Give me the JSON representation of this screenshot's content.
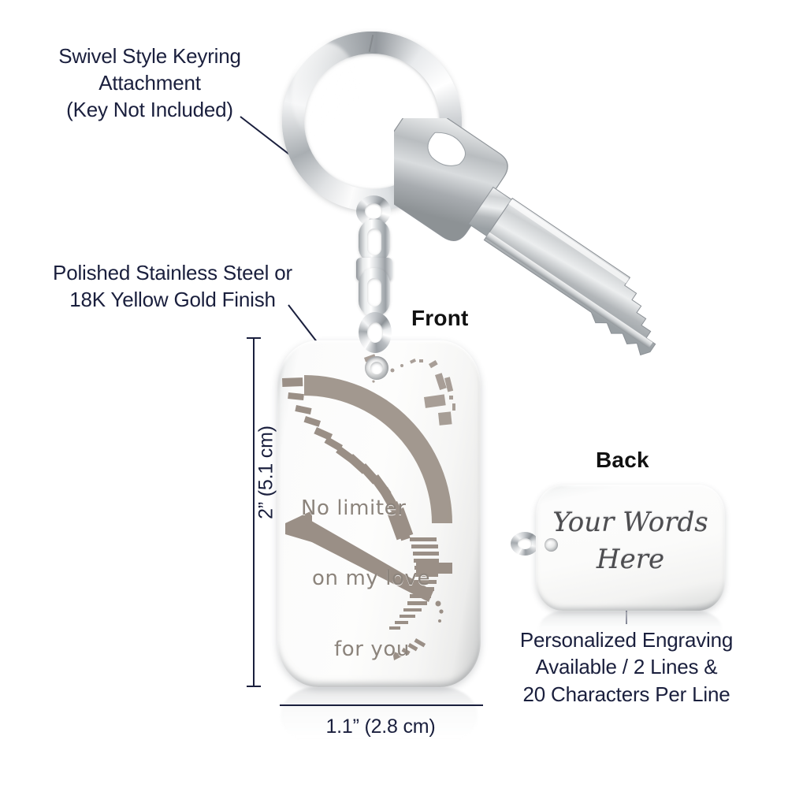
{
  "annotations": {
    "keyring": "Swivel Style Keyring\nAttachment\n(Key Not Included)",
    "finish": "Polished Stainless Steel or\n18K Yellow Gold Finish",
    "engraving": "Personalized Engraving\nAvailable / 2 Lines &\n20 Characters Per Line"
  },
  "headings": {
    "front": "Front",
    "back": "Back"
  },
  "dimensions": {
    "height": "2” (5.1 cm)",
    "width": "1.1” (2.8 cm)"
  },
  "front_tag": {
    "engraving_line1": "No limiter",
    "engraving_line2": "on my love",
    "engraving_line3": "for you"
  },
  "back_tag": {
    "engraving": "Your Words\nHere"
  },
  "colors": {
    "text": "#1a1f3d",
    "heading": "#111111",
    "engraving_front": "#8c847c",
    "engraving_back": "#4d4d50",
    "gauge": "#9a8f86",
    "background": "#ffffff"
  }
}
